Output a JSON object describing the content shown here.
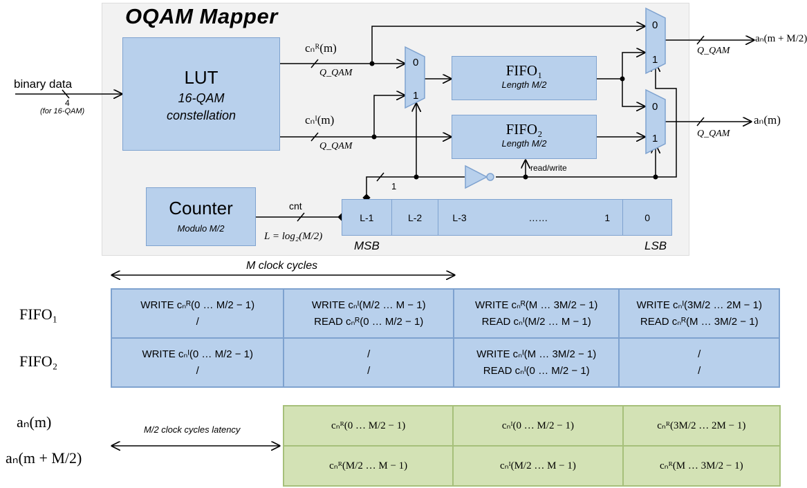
{
  "title": "OQAM Mapper",
  "lut": {
    "name": "LUT",
    "line1": "16-QAM",
    "line2": "constellation"
  },
  "counter": {
    "name": "Counter",
    "modulo": "Modulo M/2"
  },
  "fifo1": {
    "name": "FIFO₁",
    "length": "Length M/2"
  },
  "fifo2": {
    "name": "FIFO₂",
    "length": "Length M/2"
  },
  "input": {
    "label": "binary data",
    "width": "4",
    "note": "(for 16-QAM)"
  },
  "signals": {
    "cR": "cₙᴿ(m)",
    "cI": "cₙᴵ(m)",
    "q1": "Q_QAM",
    "q2": "Q_QAM",
    "q3": "Q_QAM",
    "q4": "Q_QAM",
    "out_top": "aₙ(m + M/2)",
    "out_bottom": "aₙ(m)",
    "cnt": "cnt",
    "cnt_width": "L = log₂(M/2)",
    "one": "1",
    "rw": "read/write"
  },
  "mux": {
    "in0": "0",
    "in1": "1"
  },
  "register": {
    "cells": [
      "L-1",
      "L-2",
      "L-3",
      "……",
      "1",
      "0"
    ],
    "msb": "MSB",
    "lsb": "LSB"
  },
  "timing": {
    "clock_label": "M clock cycles",
    "latency_label": "M/2 clock cycles latency",
    "fifo_rows": [
      {
        "label": "FIFO₁",
        "cells": [
          [
            "WRITE cₙᴿ(0 … M/2 − 1)",
            "/"
          ],
          [
            "WRITE cₙᴵ(M/2 … M − 1)",
            "READ  cₙᴿ(0 … M/2 − 1)"
          ],
          [
            "WRITE cₙᴿ(M … 3M/2 − 1)",
            "READ  cₙᴵ(M/2 … M − 1)"
          ],
          [
            "WRITE cₙᴵ(3M/2 … 2M − 1)",
            "READ cₙᴿ(M … 3M/2 − 1)"
          ]
        ]
      },
      {
        "label": "FIFO₂",
        "cells": [
          [
            "WRITE cₙᴵ(0 … M/2 − 1)",
            "/"
          ],
          [
            "/",
            "/"
          ],
          [
            "WRITE cₙᴵ(M … 3M/2 − 1)",
            "READ cₙᴵ(0 … M/2 − 1)"
          ],
          [
            "/",
            "/"
          ]
        ]
      }
    ],
    "out_rows": [
      {
        "label": "aₙ(m)",
        "cells": [
          "cₙᴿ(0  … M/2 − 1)",
          "cₙᴵ(0  … M/2 − 1)",
          "cₙᴿ(3M/2  … 2M − 1)"
        ]
      },
      {
        "label": "aₙ(m + M/2)",
        "cells": [
          "cₙᴿ(M/2  … M − 1)",
          "cₙᴵ(M/2  … M − 1)",
          "cₙᴿ(M … 3M/2 − 1)"
        ]
      }
    ]
  },
  "colors": {
    "block": "#b8d0ec",
    "block_border": "#7ea2cf",
    "green": "#d3e2b5",
    "panel": "#f2f2f2"
  }
}
